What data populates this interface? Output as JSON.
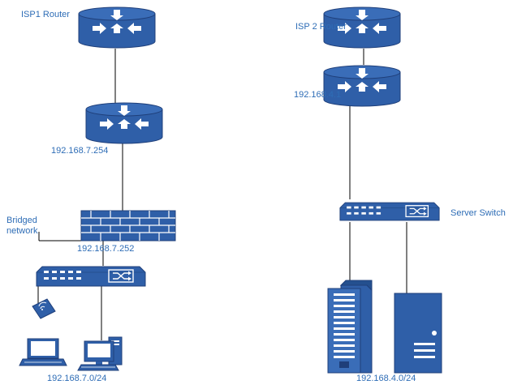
{
  "labels": {
    "isp1_router": "ISP1 Router",
    "isp1_router_ip": "192.168.7.254",
    "bridged_network": "Bridged network",
    "firewall_ip": "192.168.7.252",
    "client_subnet": "192.168.7.0/24",
    "isp2_router": "ISP 2 Router",
    "isp2_router_ip": "192.168.4.1",
    "server_switch": "Server Switch",
    "server_subnet": "192.168.4.0/24"
  },
  "colors": {
    "device_blue": "#2f5fa8",
    "device_dark": "#1f3f7a",
    "link_line": "#000000",
    "label_text": "#2e6db6"
  },
  "icons": [
    "router-icon",
    "firewall-icon",
    "switch-icon",
    "wireless-ap-icon",
    "laptop-icon",
    "workstation-icon",
    "server-tower-icon"
  ]
}
